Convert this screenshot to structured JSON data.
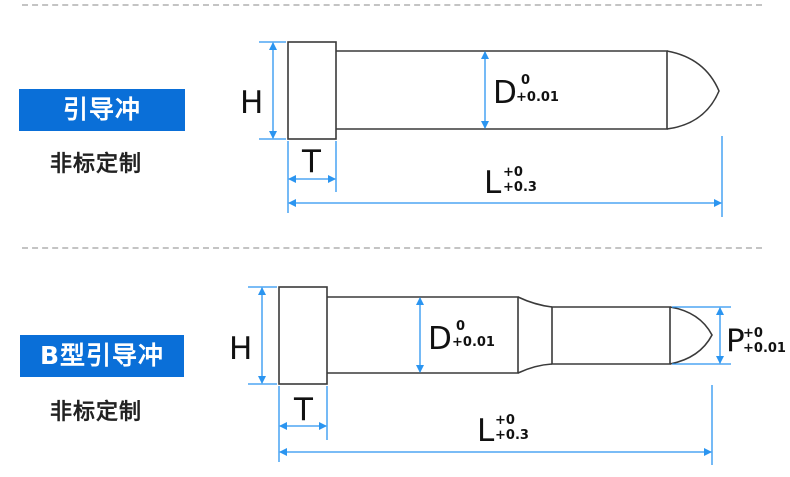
{
  "colors": {
    "accent_blue": "#0a6fd8",
    "dimension_blue": "#2b95f0",
    "outline": "#3a3a3a",
    "divider": "#c4c4c4"
  },
  "sections": [
    {
      "title": "引导冲",
      "subtitle": "非标定制",
      "dimensions": {
        "H": "H",
        "T": "T",
        "D": {
          "symbol": "D",
          "upper": "0",
          "lower": "+0.01"
        },
        "L": {
          "symbol": "L",
          "upper": "+0",
          "lower": "+0.3"
        }
      }
    },
    {
      "title": "B型引导冲",
      "subtitle": "非标定制",
      "dimensions": {
        "H": "H",
        "T": "T",
        "D": {
          "symbol": "D",
          "upper": "0",
          "lower": "+0.01"
        },
        "L": {
          "symbol": "L",
          "upper": "+0",
          "lower": "+0.3"
        },
        "P": {
          "symbol": "P",
          "upper": "+0",
          "lower": "+0.01"
        }
      }
    }
  ]
}
